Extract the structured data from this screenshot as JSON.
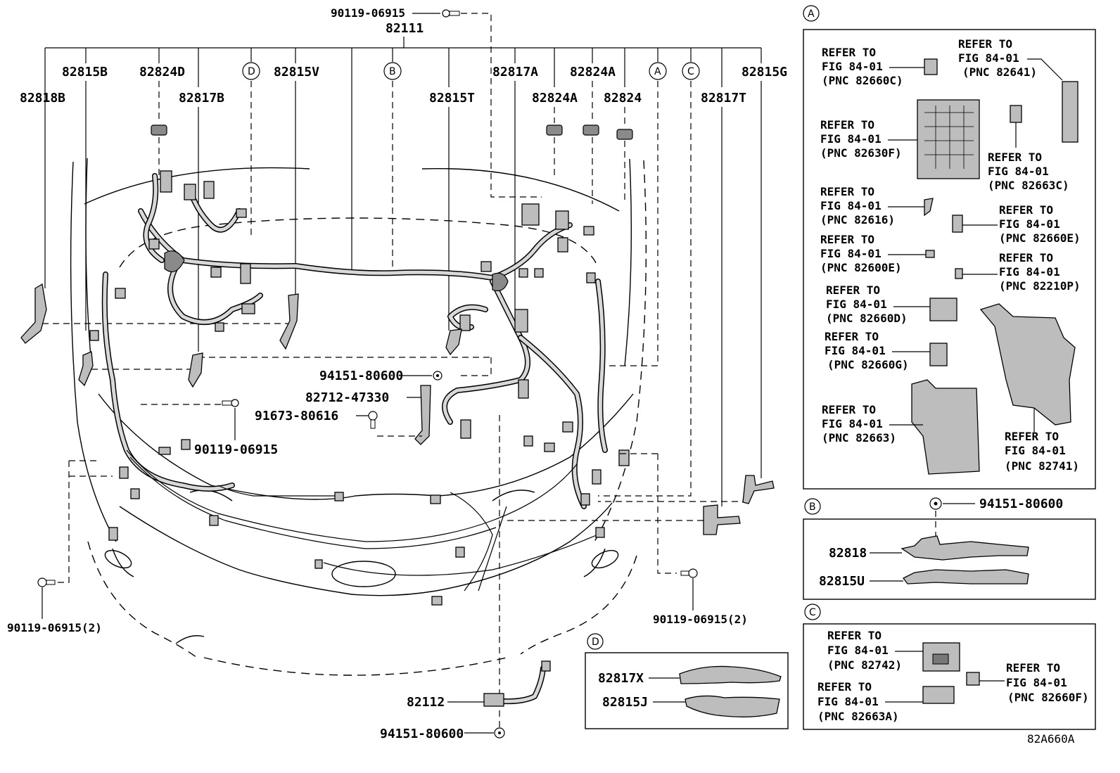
{
  "diagram_code": "82A660A",
  "top": {
    "bolt_label": "90119-06915",
    "main_harness": "82111"
  },
  "callouts": {
    "c82818B": "82818B",
    "c82815B": "82815B",
    "c82824D": "82824D",
    "c82817B": "82817B",
    "c82815V": "82815V",
    "c82815T": "82815T",
    "c82817A": "82817A",
    "c82824A_top": "82824A",
    "c82824A": "82824A",
    "c82824": "82824",
    "c82817T": "82817T",
    "c82815G": "82815G",
    "c94151a": "94151-80600",
    "c82712": "82712-47330",
    "c91673": "91673-80616",
    "c90119a": "90119-06915",
    "c90119b": "90119-06915(2)",
    "c90119c": "90119-06915(2)",
    "c82112": "82112",
    "c94151b": "94151-80600",
    "c94151B": "94151-80600",
    "c82818": "82818",
    "c82815U": "82815U",
    "c82817X": "82817X",
    "c82815J": "82815J"
  },
  "circle_labels": {
    "A": "A",
    "B": "B",
    "C": "C",
    "D": "D"
  },
  "refer": {
    "refer_to": "REFER TO",
    "fig": "FIG 84-01",
    "A_items": [
      "(PNC 82660C)",
      "(PNC 82641)",
      "(PNC 82630F)",
      "(PNC 82663C)",
      "(PNC 82616)",
      "(PNC 82660E)",
      "(PNC 82600E)",
      "(PNC 82210P)",
      "(PNC 82660D)",
      "(PNC 82660G)",
      "(PNC 82663)",
      "(PNC 82741)"
    ],
    "C_items": [
      "(PNC 82742)",
      "(PNC 82660F)",
      "(PNC 82663A)"
    ]
  }
}
